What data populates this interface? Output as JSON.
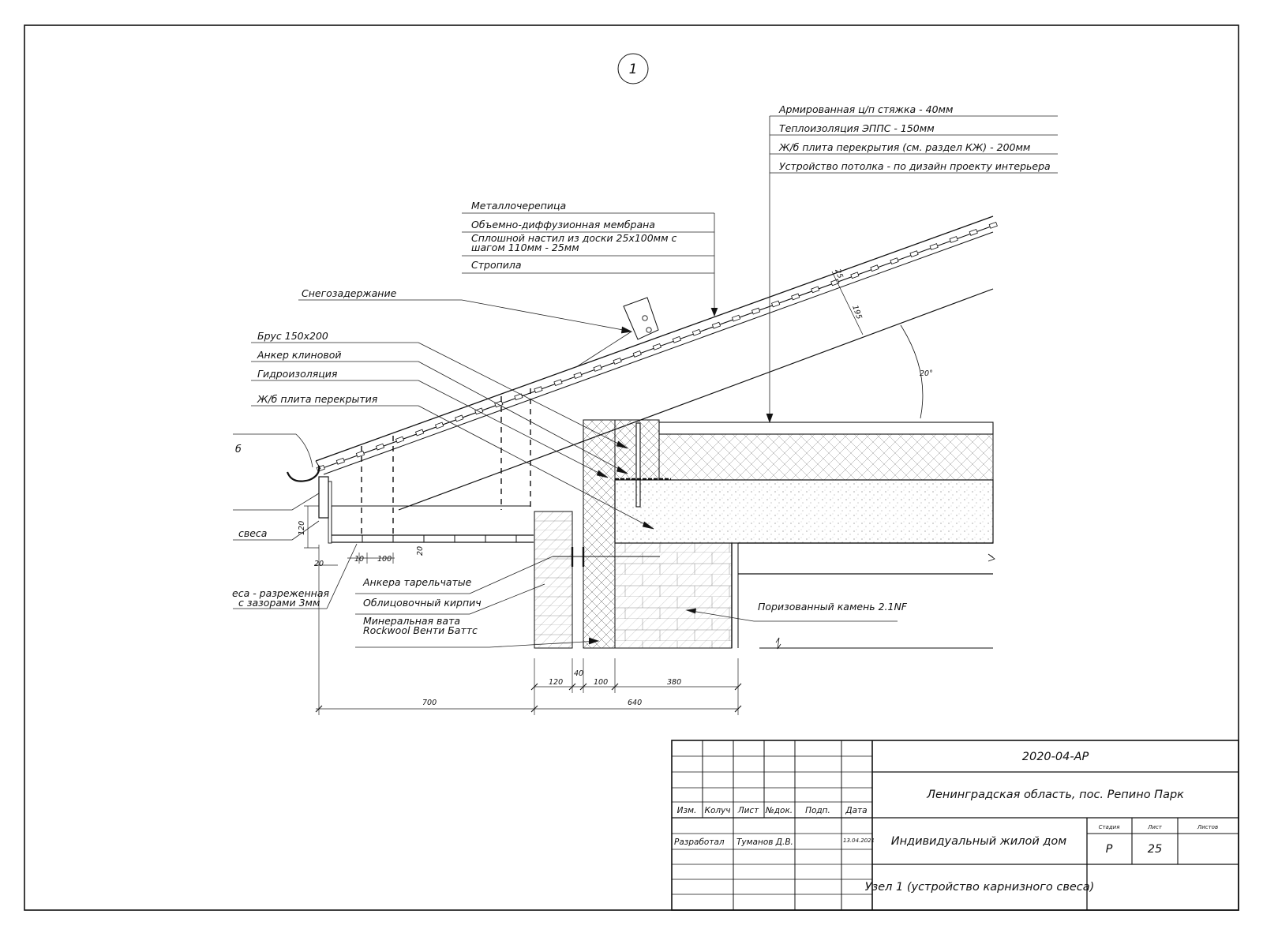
{
  "node_marker": "1",
  "labels": {
    "screed": "Армированная ц/п стяжка - 40мм",
    "insulation": "Теплоизоляция ЭППС - 150мм",
    "slab_kzh": "Ж/б плита перекрытия (см. раздел КЖ) - 200мм",
    "ceiling": "Устройство потолка - по дизайн проекту интерьера",
    "metal_tile": "Металлочерепица",
    "membrane": "Объемно-диффузионная мембрана",
    "decking_line1": "Сплошной настил из доски 25х100мм с",
    "decking_line2": "шагом 110мм - 25мм",
    "rafters": "Стропила",
    "snow_guard": "Снегозадержание",
    "beam": "Брус 150х200",
    "wedge_anchor": "Анкер клиновой",
    "waterproofing": "Гидроизоляция",
    "slab": "Ж/б плита перекрытия",
    "gutter_partial": "б",
    "soffit_partial": "свеса",
    "soffit_sparse_line1": "еса - разреженная",
    "soffit_sparse_line2": "с зазорами 3мм",
    "disc_anchors": "Анкера тарельчатые",
    "facing_brick": "Облицовочный кирпич",
    "mineral_wool_line1": "Минеральная вата",
    "mineral_wool_line2": "Rockwool Венти Баттс",
    "porous_stone": "Поризованный камень 2.1NF"
  },
  "dimensions": {
    "d25": "25",
    "d195": "195",
    "angle": "20°",
    "d120v": "120",
    "d20a": "20",
    "d10": "10",
    "d100a": "100",
    "d20b": "20",
    "d120": "120",
    "d40": "40",
    "d100": "100",
    "d380": "380",
    "d700": "700",
    "d640": "640"
  },
  "title_block": {
    "code": "2020-04-АР",
    "location": "Ленинградская область, пос. Репино Парк",
    "project": "Индивидуальный жилой дом",
    "sheet_title": "Узел 1 (устройство карнизного свеса)",
    "stage_header": "Стадия",
    "sheet_header": "Лист",
    "sheets_header": "Листов",
    "stage": "Р",
    "sheet_no": "25",
    "col_izm": "Изм.",
    "col_koluch": "Колуч",
    "col_list": "Лист",
    "col_ndok": "№док.",
    "col_podp": "Подп.",
    "col_data": "Дата",
    "role": "Разработал",
    "author": "Туманов Д.В.",
    "date": "13.04.2021"
  }
}
